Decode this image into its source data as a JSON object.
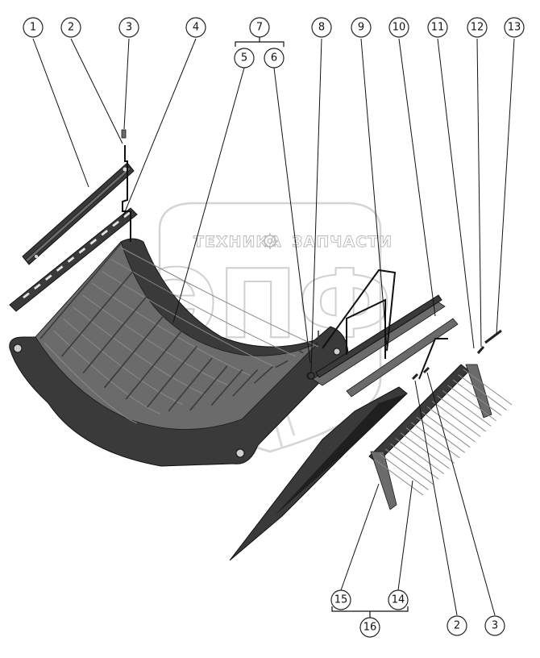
{
  "callouts": {
    "c1": "1",
    "c2": "2",
    "c3": "3",
    "c4": "4",
    "c5": "5",
    "c6": "6",
    "c7": "7",
    "c8": "8",
    "c9": "9",
    "c10": "10",
    "c11": "11",
    "c12": "12",
    "c13": "13",
    "c14": "14",
    "c15": "15",
    "c16": "16",
    "c2b": "2",
    "c3b": "3"
  },
  "watermark": {
    "left_text": "ТЕХНИКА",
    "right_text": "ЗАПЧАСТИ",
    "logo_text": "ЭПФ"
  },
  "colors": {
    "part_dark": "#3a3a3a",
    "part_mid": "#6b6b6b",
    "watermark": "#b8b8b8"
  },
  "icons": {
    "watermark_gear": "gear-icon"
  }
}
